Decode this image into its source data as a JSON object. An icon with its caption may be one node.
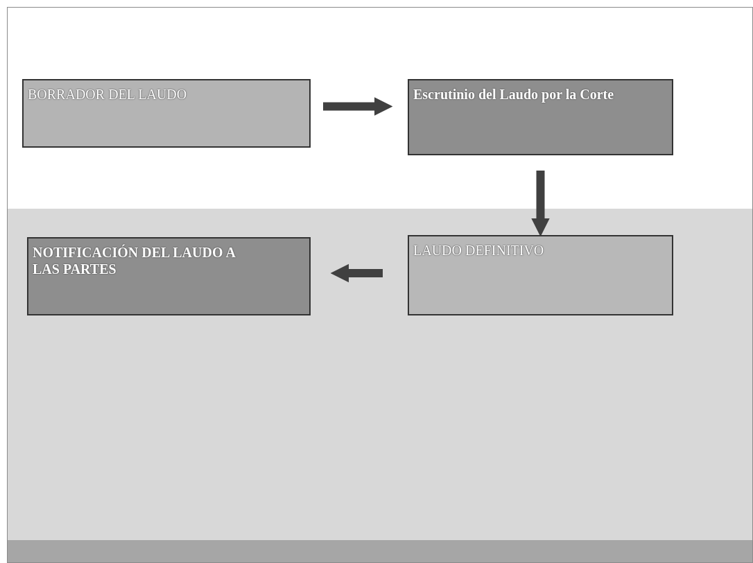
{
  "diagram": {
    "nodes": [
      {
        "text": [
          "BORRADOR DEL LAUDO"
        ]
      },
      {
        "text": [
          "Escrutinio del Laudo por la Corte"
        ]
      },
      {
        "text": [
          "LAUDO DEFINITIVO"
        ]
      },
      {
        "text": [
          "NOTIFICACIÓN DEL LAUDO A LAS PARTES"
        ]
      }
    ],
    "edges": [
      {
        "from": 0,
        "to": 1,
        "arrow": "to"
      },
      {
        "from": 1,
        "to": 2,
        "arrow": "to"
      },
      {
        "from": 2,
        "to": 3,
        "arrow": "to"
      }
    ]
  }
}
